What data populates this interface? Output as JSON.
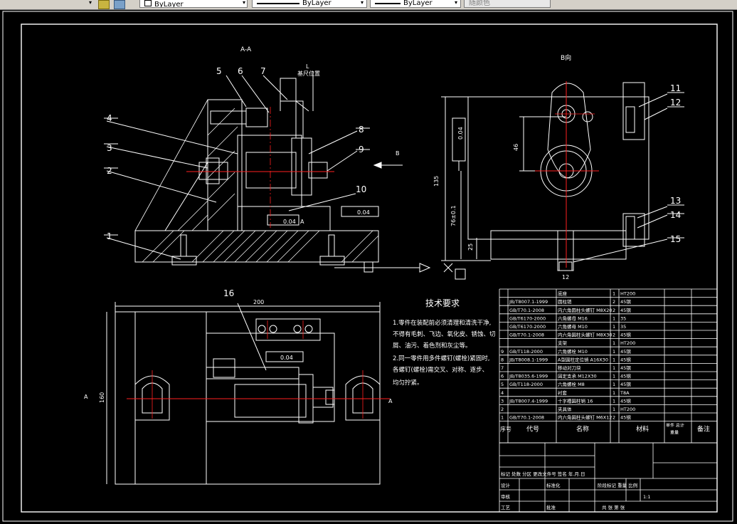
{
  "toolbar": {
    "layer_value": "ByLayer",
    "linetype_value": "ByLayer",
    "lineweight_value": "ByLayer",
    "plotstyle_value": "随颜色"
  },
  "drawing": {
    "section_view_title": "A-A",
    "b_view_title": "B向",
    "ruler_position_label": "基尺位置",
    "tech_title": "技术要求",
    "tech_lines": [
      "1.零件在装配前必须清理和清洗干净,",
      "不得有毛刺、飞边、氧化皮、锈蚀、切",
      "屑、油污、着色剂和灰尘等。",
      "2.同一零件用多件螺钉(螺栓)紧固时,",
      "各螺钉(螺栓)需交叉、对称、逐步、",
      "均匀拧紧。"
    ],
    "part_numbers": [
      "1",
      "2",
      "3",
      "4",
      "5",
      "6",
      "7",
      "8",
      "9",
      "10",
      "11",
      "12",
      "13",
      "14",
      "15",
      "16"
    ],
    "dims": {
      "d200": "200",
      "d160": "160",
      "d135": "135",
      "d46": "46",
      "d25": "25",
      "d12": "12",
      "d76": "76±0.1",
      "tol1": "0.04",
      "tol2": "0.04",
      "tol3": "0.04",
      "tol4": "0.04",
      "b_label": "B",
      "a_label_left": "A",
      "a_label_right": "A",
      "datum": "A",
      "l_label": "L"
    },
    "bom": {
      "rows": [
        {
          "no": "",
          "code": "",
          "name": "底座",
          "qty": "1",
          "mat": "HT200"
        },
        {
          "no": "",
          "code": "JB/T8007.1-1999",
          "name": "圆柱销",
          "qty": "2",
          "mat": "45钢"
        },
        {
          "no": "",
          "code": "GB/T70.1-2008",
          "name": "内六角圆柱头螺钉 M8X20",
          "qty": "2",
          "mat": "45钢"
        },
        {
          "no": "",
          "code": "GB/T6170-2000",
          "name": "六角螺母 M16",
          "qty": "1",
          "mat": "35"
        },
        {
          "no": "",
          "code": "GB/T6170-2000",
          "name": "六角螺母 M10",
          "qty": "1",
          "mat": "35"
        },
        {
          "no": "",
          "code": "GB/T70.1-2008",
          "name": "内六角圆柱头螺钉 M8X30",
          "qty": "2",
          "mat": "45钢"
        },
        {
          "no": "",
          "code": "",
          "name": "支架",
          "qty": "1",
          "mat": "HT200"
        },
        {
          "no": "9",
          "code": "GB/T118-2000",
          "name": "六角螺栓 M10",
          "qty": "1",
          "mat": "45钢"
        },
        {
          "no": "8",
          "code": "JB/T8008.1-1999",
          "name": "A型圆柱定位销 A16X30",
          "qty": "1",
          "mat": "45钢"
        },
        {
          "no": "7",
          "code": "",
          "name": "移动对刀块",
          "qty": "1",
          "mat": "45钢"
        },
        {
          "no": "6",
          "code": "JB/T8035.6-1999",
          "name": "固定支承 M12X30",
          "qty": "1",
          "mat": "45钢"
        },
        {
          "no": "5",
          "code": "GB/T118-2000",
          "name": "六角螺栓 M8",
          "qty": "1",
          "mat": "45钢"
        },
        {
          "no": "4",
          "code": "",
          "name": "衬套",
          "qty": "1",
          "mat": "T8A"
        },
        {
          "no": "3",
          "code": "JB/T8007.4-1999",
          "name": "十字槽圆柱销 16",
          "qty": "1",
          "mat": "45钢"
        },
        {
          "no": "2",
          "code": "",
          "name": "夹具体",
          "qty": "1",
          "mat": "HT200"
        },
        {
          "no": "1",
          "code": "GB/T70.1-2008",
          "name": "内六角圆柱头螺钉 M6X12",
          "qty": "2",
          "mat": "45钢"
        }
      ],
      "header": {
        "no": "序号",
        "code": "代号",
        "name": "名称",
        "qty": "",
        "mat": "材料",
        "single_total": "单件 总计",
        "weight": "重量",
        "remark": "备注"
      },
      "title_block": {
        "rev_row": "标记 处数 分区 更改文件号 签名 年.月.日",
        "design": "设计",
        "standard": "标准化",
        "stage": "阶段标记 重量 比例",
        "scale": "1:1",
        "check": "审核",
        "craft": "工艺",
        "approve": "批准",
        "sheets": "共 张 第 张"
      }
    }
  }
}
